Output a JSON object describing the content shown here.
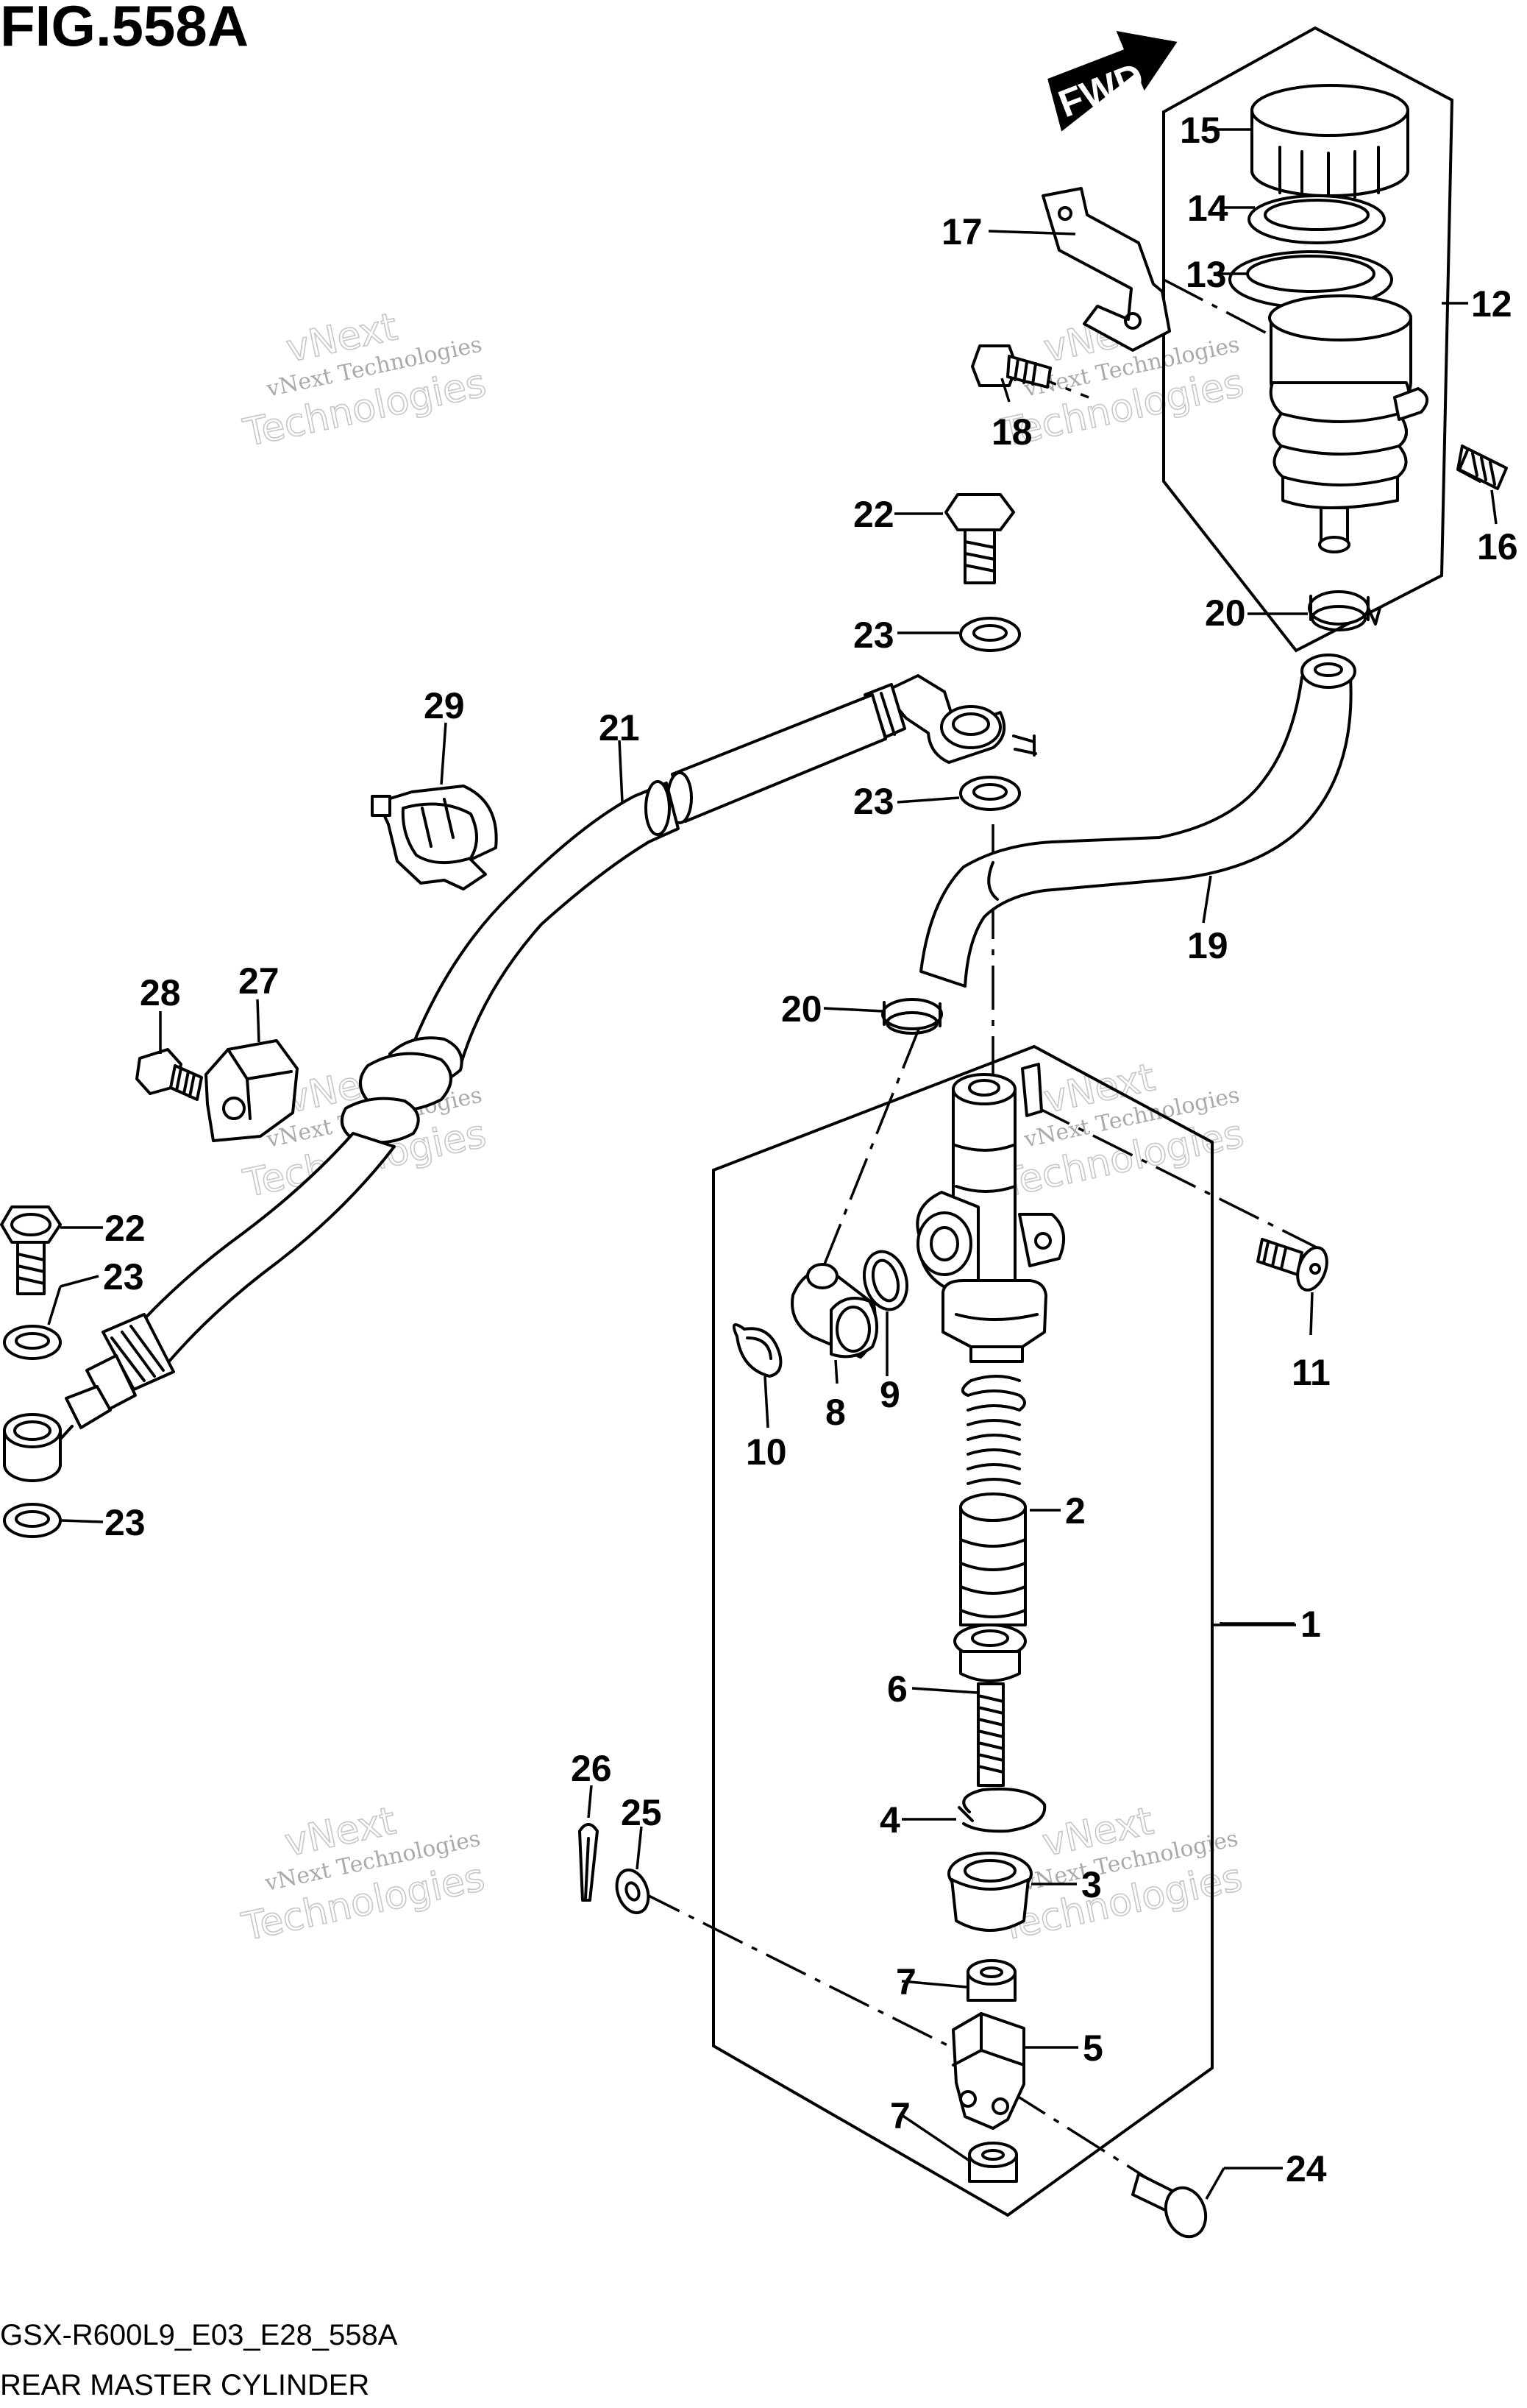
{
  "figure": {
    "title": "FIG.558A",
    "model_code": "GSX-R600L9_E03_E28_558A",
    "name": "REAR MASTER CYLINDER"
  },
  "direction_label": "FWD",
  "watermark": {
    "line1": "vNext Technologies",
    "line2": "vNext",
    "line3": "Technologies"
  },
  "callouts": {
    "c1": "1",
    "c2": "2",
    "c3": "3",
    "c4": "4",
    "c5": "5",
    "c6": "6",
    "c7a": "7",
    "c7b": "7",
    "c8": "8",
    "c9": "9",
    "c10": "10",
    "c11": "11",
    "c12": "12",
    "c13": "13",
    "c14": "14",
    "c15": "15",
    "c16": "16",
    "c17": "17",
    "c18": "18",
    "c19": "19",
    "c20a": "20",
    "c20b": "20",
    "c21": "21",
    "c22a": "22",
    "c22b": "22",
    "c23a": "23",
    "c23b": "23",
    "c23c": "23",
    "c23d": "23",
    "c24": "24",
    "c25": "25",
    "c26": "26",
    "c27": "27",
    "c28": "28",
    "c29": "29"
  }
}
